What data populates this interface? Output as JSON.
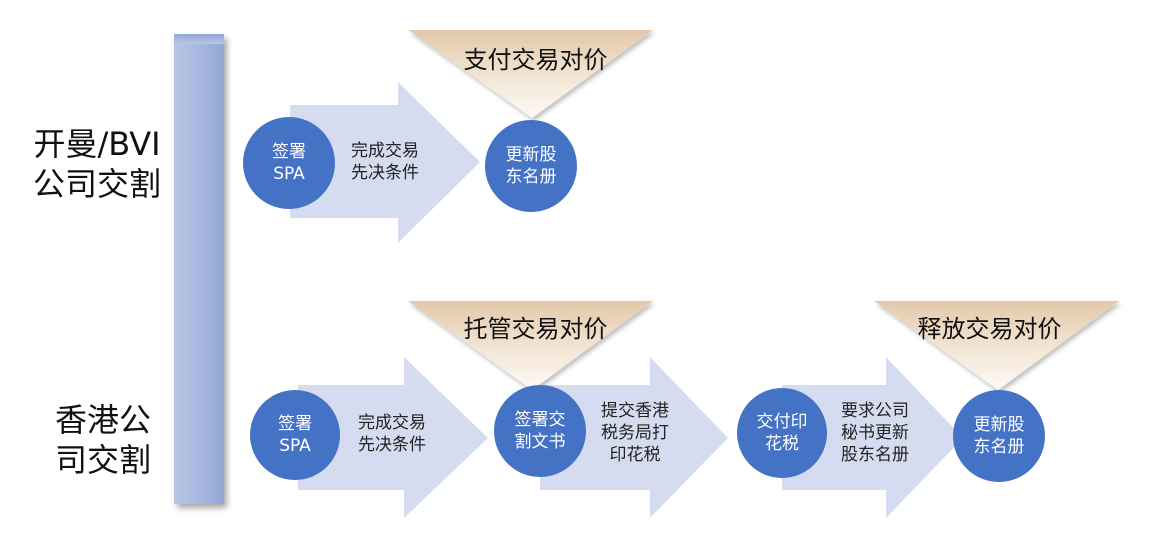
{
  "rows": [
    {
      "title": "开曼/BVI\n公司交割",
      "steps": [
        {
          "label": "签署\nSPA"
        },
        {
          "arrow_text": "完成交易\n先决条件"
        },
        {
          "label": "更新股\n东名册"
        }
      ],
      "payments": [
        {
          "label": "支付交易对价"
        }
      ]
    },
    {
      "title": "香港公\n司交割",
      "steps": [
        {
          "label": "签署\nSPA"
        },
        {
          "arrow_text": "完成交易\n先决条件"
        },
        {
          "label": "签署交\n割文书"
        },
        {
          "arrow_text": "提交香港\n税务局打\n印花税"
        },
        {
          "label": "交付印\n花税"
        },
        {
          "arrow_text": "要求公司\n秘书更新\n股东名册"
        },
        {
          "label": "更新股\n东名册"
        }
      ],
      "payments": [
        {
          "label": "托管交易对价"
        },
        {
          "label": "释放交易对价"
        }
      ]
    }
  ],
  "colors": {
    "circle": "#4472c4",
    "arrow": "#d5dcef",
    "triangle_top": "#e8d3b8",
    "triangle_bottom": "#fdfbf7",
    "bar": "#a9b9df"
  }
}
